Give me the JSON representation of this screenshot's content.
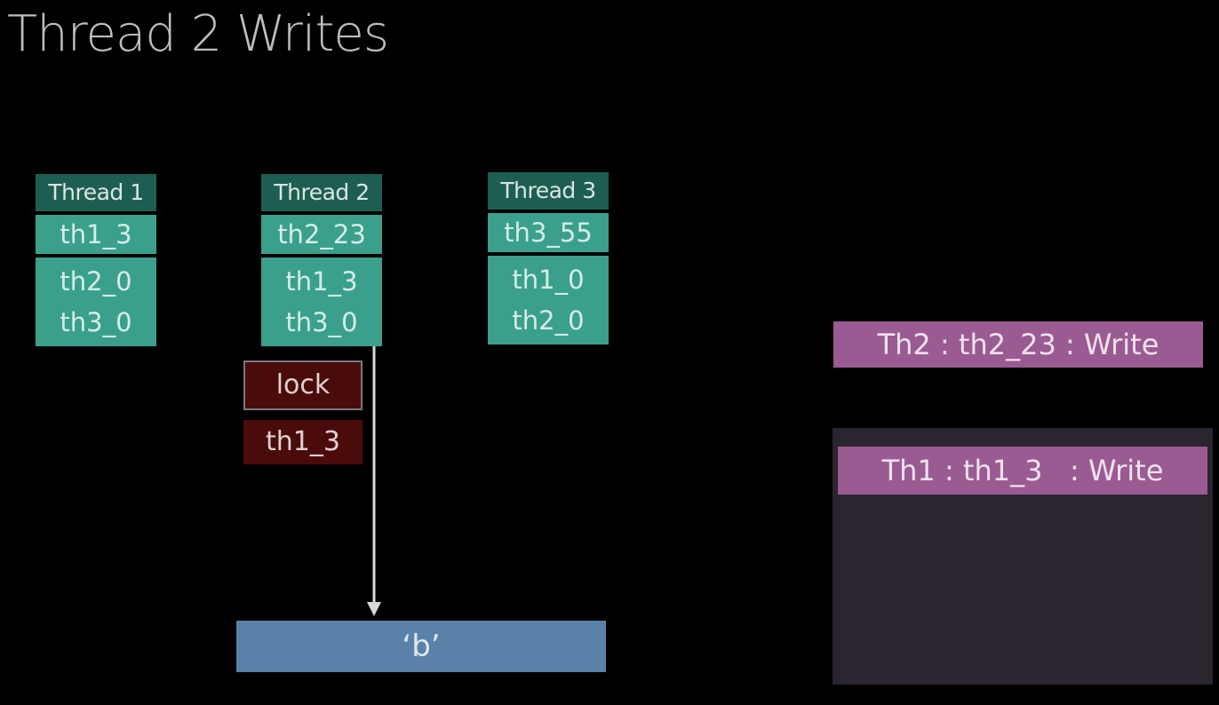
{
  "title": "Thread 2 Writes",
  "threads": [
    {
      "header": "Thread 1",
      "top": "th1_3",
      "rows": [
        "th2_0",
        "th3_0"
      ]
    },
    {
      "header": "Thread 2",
      "top": "th2_23",
      "rows": [
        "th1_3",
        "th3_0"
      ]
    },
    {
      "header": "Thread 3",
      "top": "th3_55",
      "rows": [
        "th1_0",
        "th2_0"
      ]
    }
  ],
  "lock_label": "lock",
  "lock_value": "th1_3",
  "target_label": "‘b’",
  "write_current": "Th2 : th2_23 : Write",
  "log_entries": [
    "Th1 : th1_3   : Write"
  ],
  "colors": {
    "thread_header": "#1e5e52",
    "thread_cell": "#3aa08c",
    "lock": "#4a0b0b",
    "target": "#5a82a8",
    "write_bar": "#9a5b92",
    "log_panel": "#2b2530"
  }
}
